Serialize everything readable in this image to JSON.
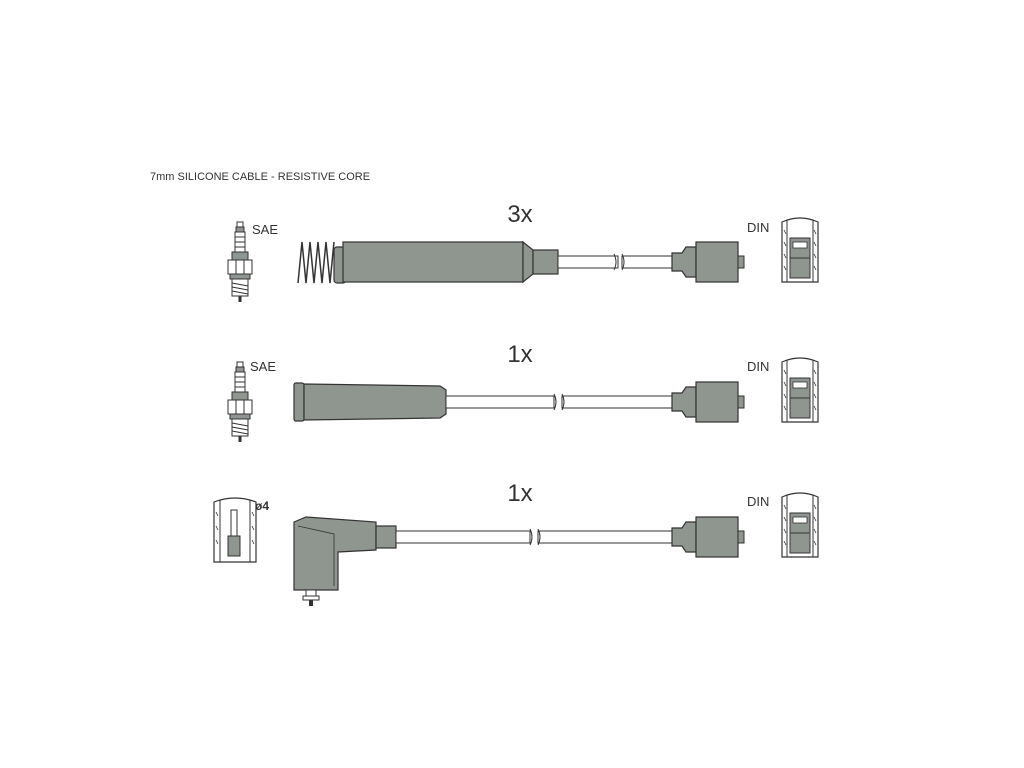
{
  "header": {
    "caption": "7mm SILICONE CABLE - RESISTIVE CORE"
  },
  "colors": {
    "part_fill": "#8f9690",
    "outline": "#333333",
    "background": "#ffffff"
  },
  "rows": [
    {
      "quantity": "3x",
      "left_label": "SAE",
      "right_label": "DIN",
      "left_part_icon": "spark-plug-icon",
      "boot_icon": "straight-boot-with-spring-icon",
      "right_part_icon": "din-coil-terminal-icon"
    },
    {
      "quantity": "1x",
      "left_label": "SAE",
      "right_label": "DIN",
      "left_part_icon": "spark-plug-icon",
      "boot_icon": "straight-boot-icon",
      "right_part_icon": "din-coil-terminal-icon"
    },
    {
      "quantity": "1x",
      "left_label": "ø4",
      "right_label": "DIN",
      "left_part_icon": "pin-terminal-icon",
      "boot_icon": "angled-boot-icon",
      "right_part_icon": "din-coil-terminal-icon"
    }
  ]
}
